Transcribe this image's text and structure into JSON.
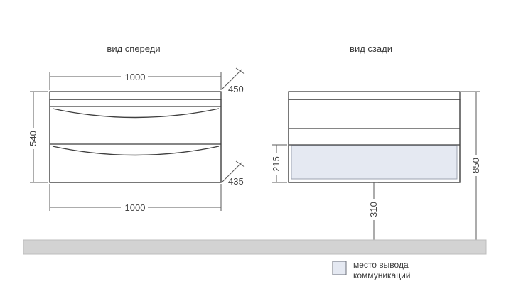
{
  "views": {
    "front_label": "вид спереди",
    "back_label": "вид сзади"
  },
  "dimensions": {
    "front_top_width": "1000",
    "front_bottom_width": "1000",
    "front_height": "540",
    "top_depth": "450",
    "bottom_depth": "435",
    "back_outlet_height": "215",
    "back_floor_gap": "310",
    "back_total_height": "850"
  },
  "legend": {
    "line1": "место вывода",
    "line2": "коммуникаций"
  },
  "colors": {
    "line": "#3f3f3f",
    "dim_line": "#5a5a5a",
    "floor": "#d3d3d3",
    "outlet_fill": "#e5e9f2",
    "label": "#3a3a3a"
  }
}
